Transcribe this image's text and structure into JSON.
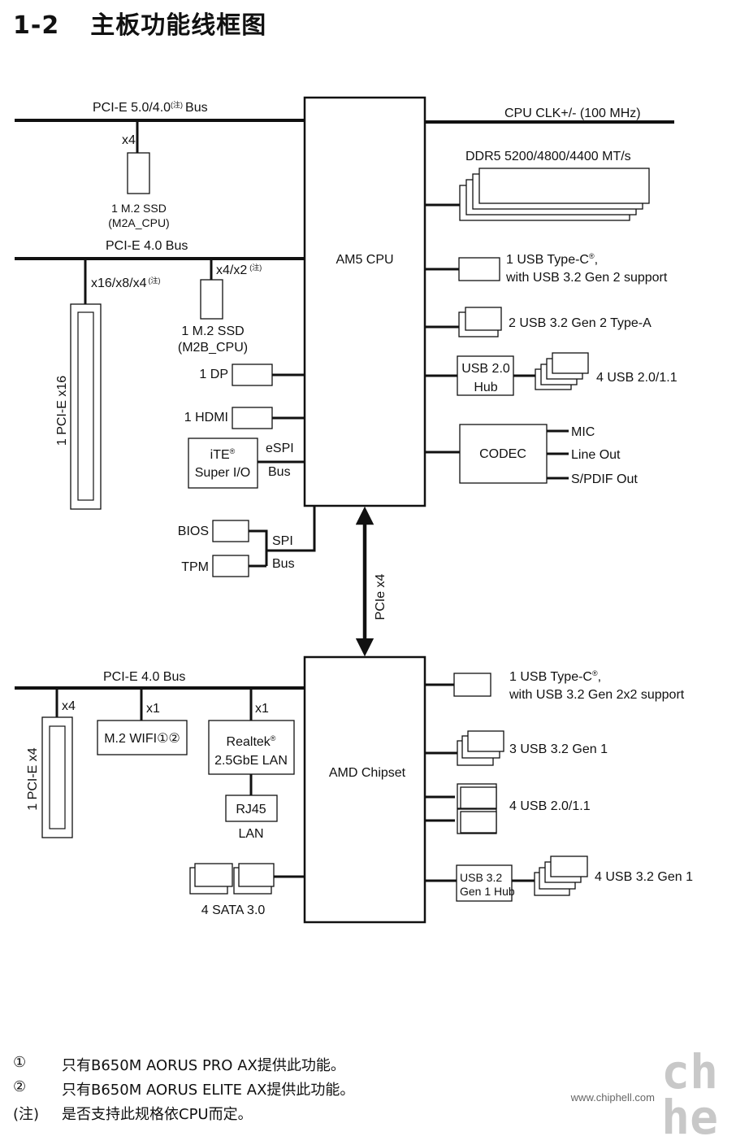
{
  "title": {
    "number": "1-2",
    "text": "主板功能线框图"
  },
  "cpu": {
    "name": "AM5 CPU",
    "bus_top": "PCI-E 5.0/4.0",
    "bus_top_note": "(注)",
    "bus_top_suffix": "Bus",
    "m2a_width": "x4",
    "m2a_line1": "1 M.2 SSD",
    "m2a_line2": "(M2A_CPU)",
    "bus_mid": "PCI-E 4.0 Bus",
    "pcie16_width": "x16/x8/x4",
    "pcie16_note": "(注)",
    "pcie16_label": "1 PCI-E x16",
    "m2b_width": "x4/x2",
    "m2b_note": "(注)",
    "m2b_line1": "1 M.2 SSD",
    "m2b_line2": "(M2B_CPU)",
    "dp": "1 DP",
    "hdmi": "1 HDMI",
    "superio_line1": "iTE",
    "superio_reg": "®",
    "superio_line2": "Super I/O",
    "espi_line1": "eSPI",
    "espi_line2": "Bus",
    "bios": "BIOS",
    "tpm": "TPM",
    "spi_line1": "SPI",
    "spi_line2": "Bus",
    "clk": "CPU CLK+/- (100 MHz)",
    "ddr": "DDR5 5200/4800/4400 MT/s",
    "usbc_line1": "1 USB Type-C",
    "usbc_reg": "®",
    "usbc_comma": ",",
    "usbc_line2": "with USB 3.2 Gen 2 support",
    "usb32g2a": "2 USB 3.2 Gen 2 Type-A",
    "hub_line1": "USB 2.0",
    "hub_line2": "Hub",
    "usb20_hub": "4 USB 2.0/1.1",
    "codec": "CODEC",
    "mic": "MIC",
    "lineout": "Line Out",
    "spdif": "S/PDIF Out"
  },
  "link": {
    "label": "PCIe x4"
  },
  "chipset": {
    "name": "AMD Chipset",
    "bus": "PCI-E 4.0 Bus",
    "pcie4_width": "x4",
    "pcie4_label": "1 PCI-E x4",
    "wifi_width": "x1",
    "wifi": "M.2 WIFI①②",
    "lan_width": "x1",
    "lan_line1": "Realtek",
    "lan_reg": "®",
    "lan_line2": "2.5GbE LAN",
    "rj45": "RJ45",
    "lan": "LAN",
    "sata": "4 SATA 3.0",
    "usbc_line1": "1 USB Type-C",
    "usbc_reg": "®",
    "usbc_comma": ",",
    "usbc_line2": "with USB 3.2 Gen 2x2 support",
    "usb32g1": "3 USB 3.2 Gen 1",
    "usb20": "4 USB 2.0/1.1",
    "hub_line1": "USB 3.2",
    "hub_line2": "Gen 1 Hub",
    "usb32g1_hub": "4 USB 3.2 Gen 1"
  },
  "notes": [
    {
      "mark": "①",
      "text": "只有B650M AORUS PRO AX提供此功能。"
    },
    {
      "mark": "②",
      "text": "只有B650M AORUS ELITE AX提供此功能。"
    },
    {
      "mark": "(注)",
      "text": "是否支持此规格依CPU而定。"
    }
  ],
  "watermark": {
    "logo": "chip hell",
    "url": "www.chiphell.com"
  }
}
